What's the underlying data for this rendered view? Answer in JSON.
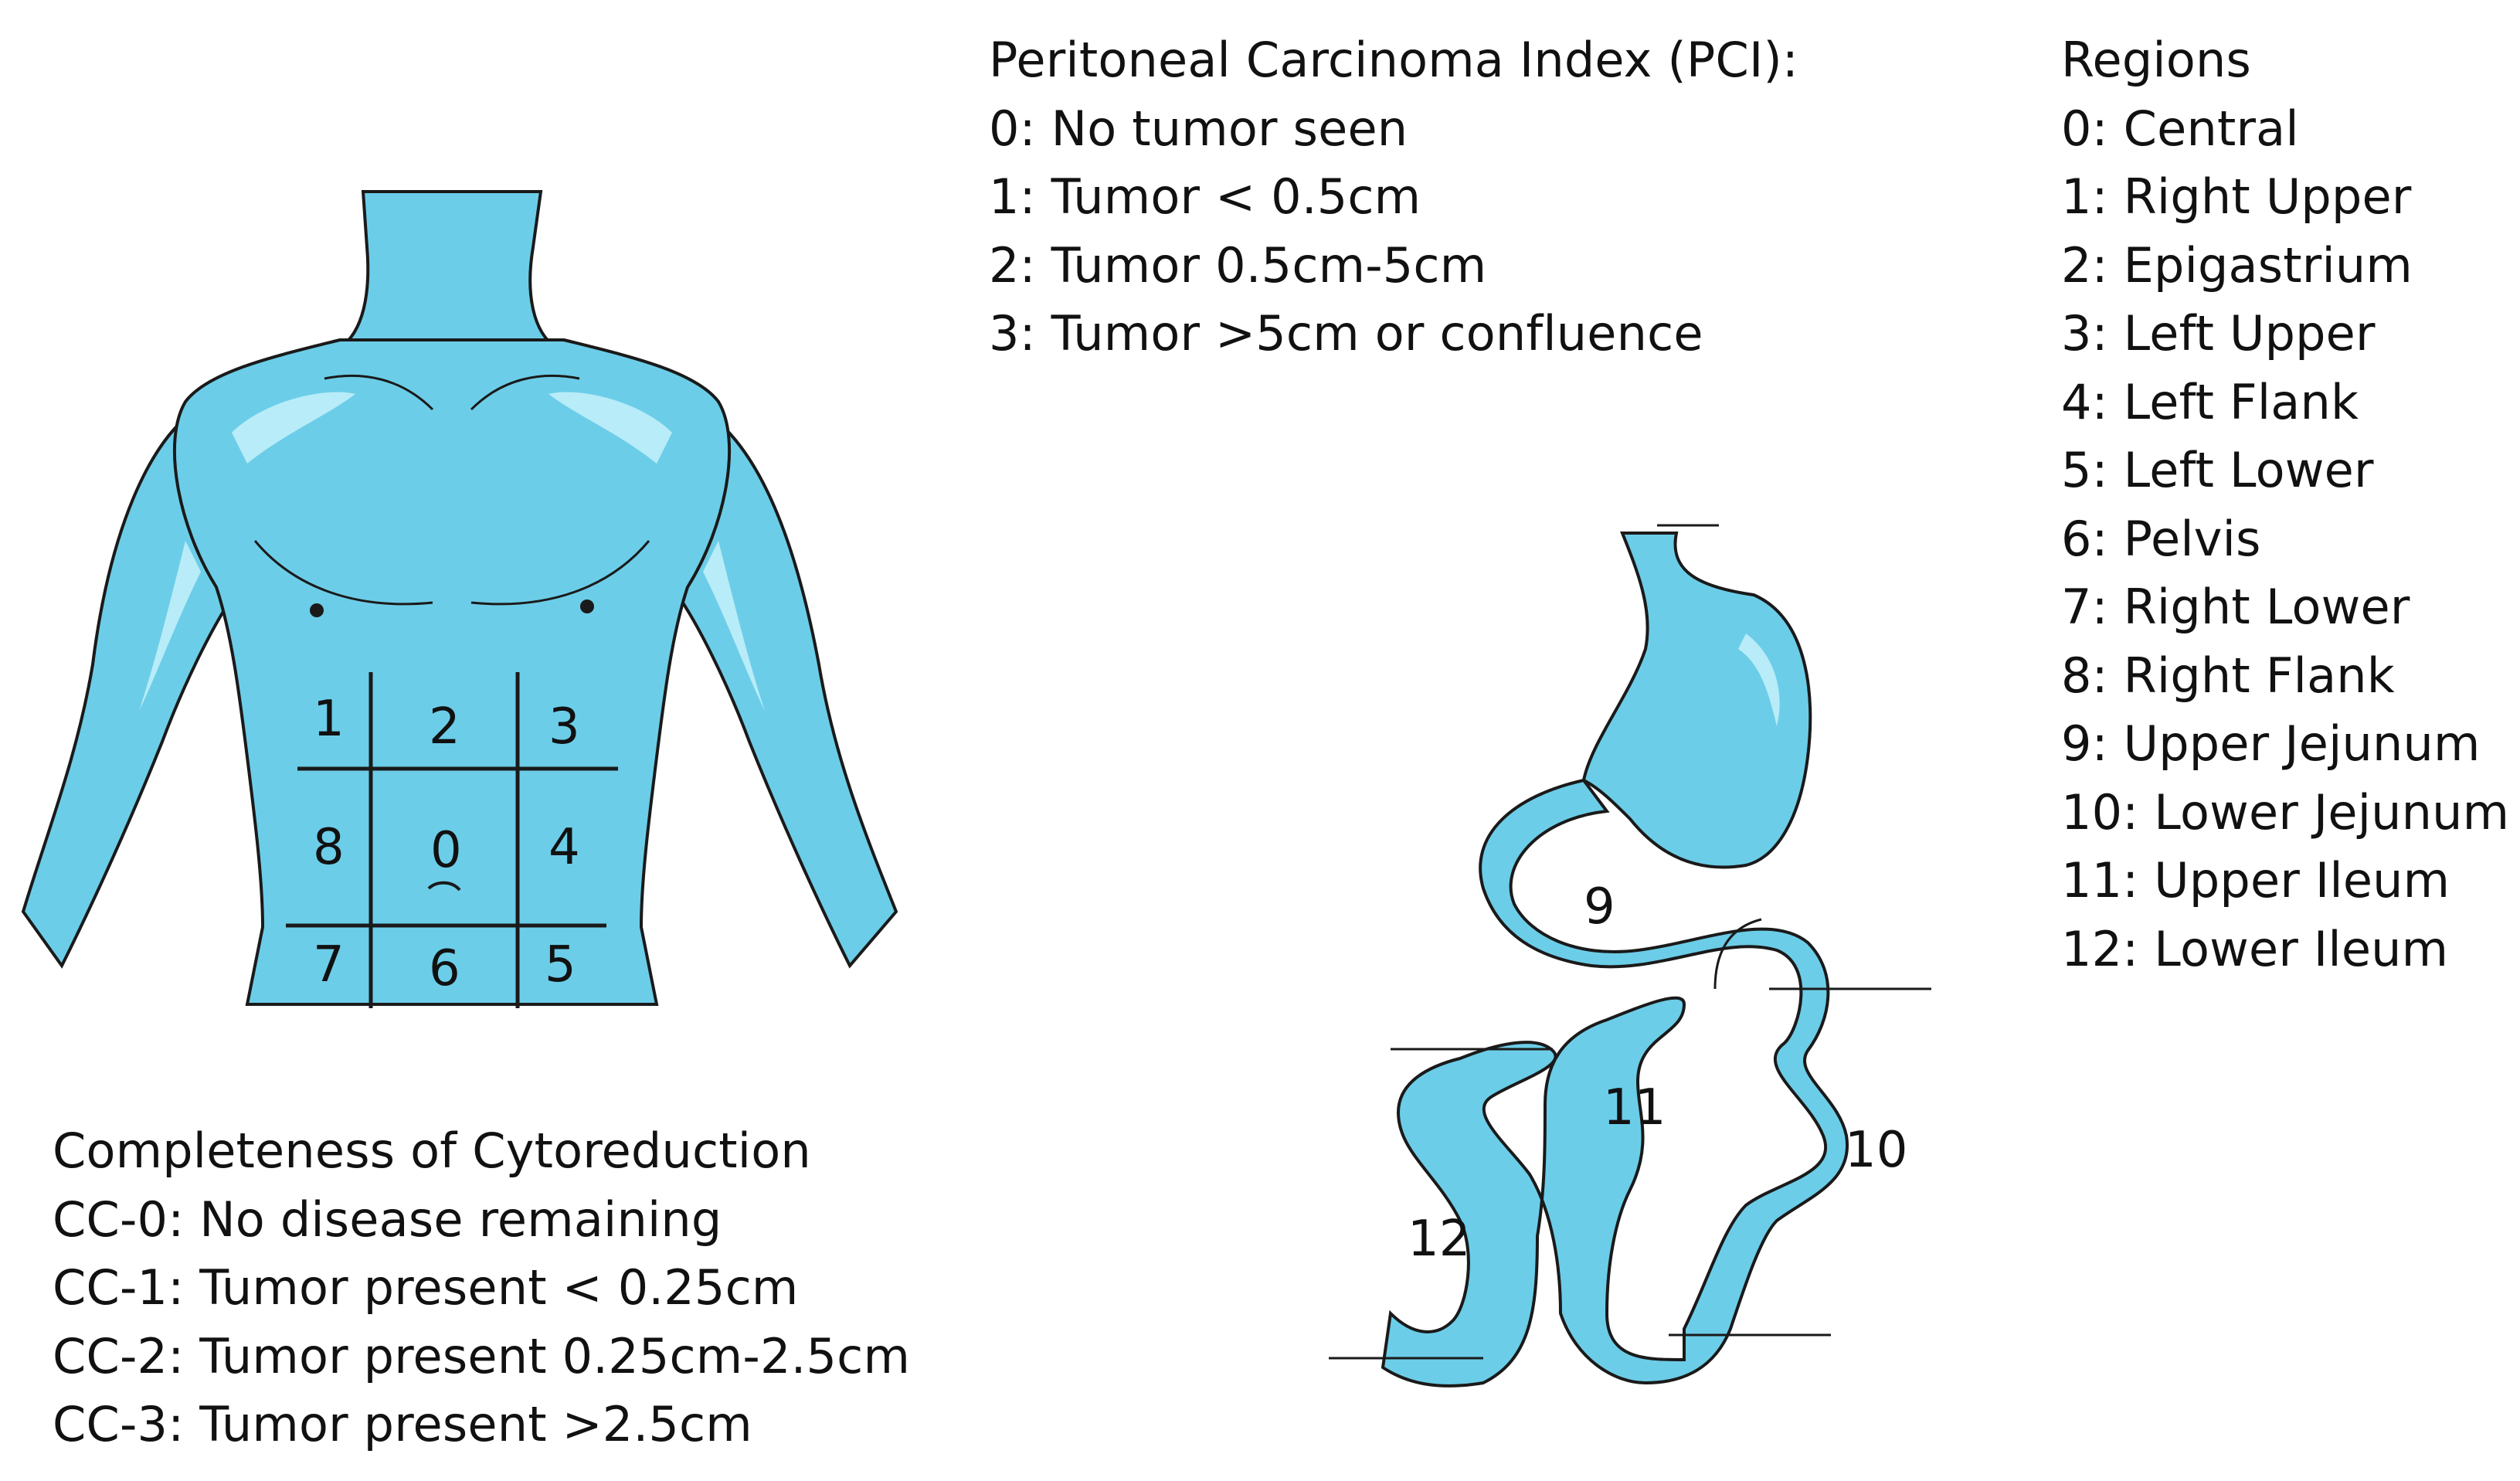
{
  "pci": {
    "title": "Peritoneal Carcinoma Index (PCI):",
    "items": [
      "0: No tumor seen",
      "1: Tumor < 0.5cm",
      "2: Tumor 0.5cm-5cm",
      "3: Tumor >5cm or confluence"
    ]
  },
  "regions": {
    "title": "Regions",
    "items": [
      "0: Central",
      "1: Right Upper",
      "2: Epigastrium",
      "3: Left Upper",
      "4: Left Flank",
      "5: Left Lower",
      "6: Pelvis",
      "7: Right Lower",
      "8: Right Flank",
      "9: Upper Jejunum",
      "10: Lower Jejunum",
      "11: Upper Ileum",
      "12: Lower Ileum"
    ]
  },
  "cc": {
    "title": "Completeness of Cytoreduction",
    "items": [
      "CC-0: No disease remaining",
      "CC-1: Tumor present < 0.25cm",
      "CC-2: Tumor present 0.25cm-2.5cm",
      "CC-3: Tumor present >2.5cm"
    ]
  },
  "torso_labels": [
    "1",
    "2",
    "3",
    "8",
    "0",
    "4",
    "7",
    "6",
    "5"
  ],
  "bowel_labels": [
    "9",
    "10",
    "11",
    "12"
  ],
  "colors": {
    "body_fill": "#6ccde8",
    "body_highlight": "#b8ecf8",
    "outline": "#1a1a1a"
  }
}
